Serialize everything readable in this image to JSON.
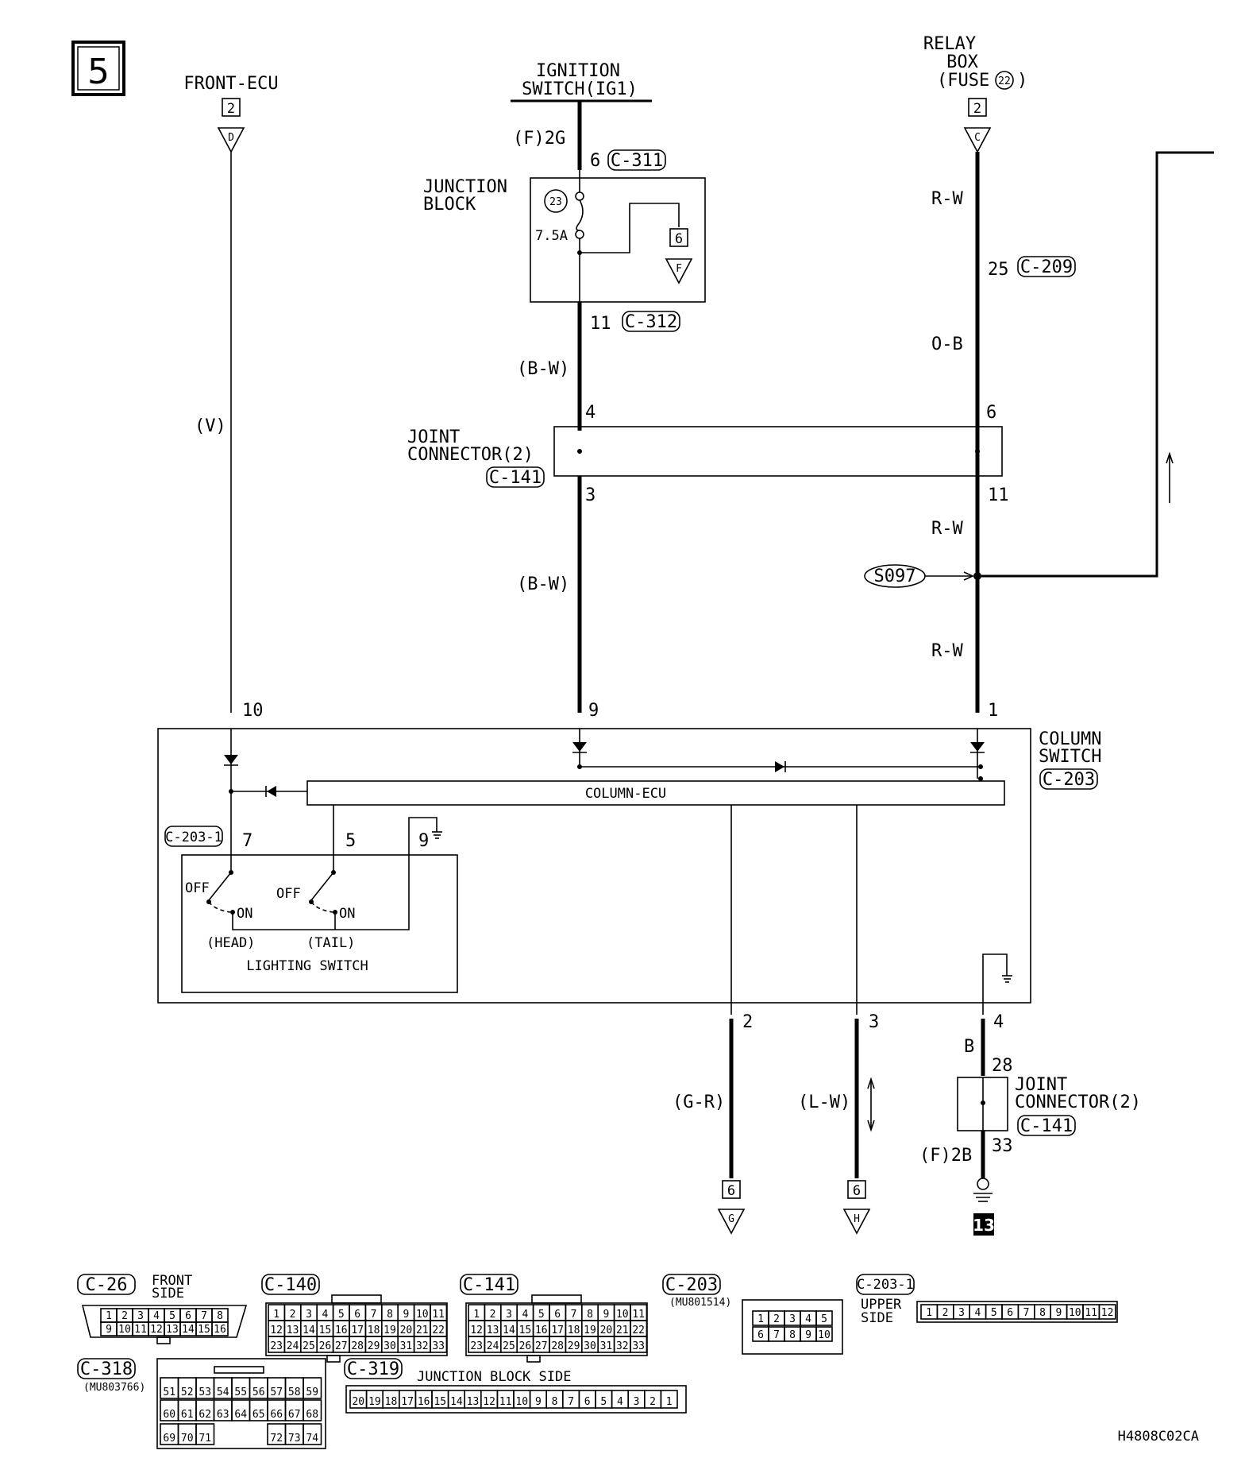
{
  "page_number": "5",
  "drawing_code": "H4808C02CA",
  "top": {
    "front_ecu": "FRONT-ECU",
    "front_ecu_page": "2",
    "front_ecu_ref": "D",
    "ignition_line1": "IGNITION",
    "ignition_line2": "SWITCH(IG1)",
    "relay_line1": "RELAY",
    "relay_line2": "BOX",
    "relay_line3": "(FUSE",
    "relay_fuse": "22",
    "relay_close": ")",
    "relay_page": "2",
    "relay_ref": "C"
  },
  "junction_block": {
    "title1": "JUNCTION",
    "title2": "BLOCK",
    "fuse_no": "23",
    "fuse_rating": "7.5A",
    "off_page": "6",
    "off_ref": "F",
    "wire_in": "(F)2G",
    "pin_in": "6",
    "conn_in": "C-311",
    "pin_out": "11",
    "conn_out": "C-312"
  },
  "wires": {
    "v": "(V)",
    "bw1": "(B-W)",
    "bw2": "(B-W)",
    "rw1": "R-W",
    "ob": "O-B",
    "rw2": "R-W",
    "rw3": "R-W",
    "gr": "(G-R)",
    "lw": "(L-W)",
    "b": "B",
    "f2b": "(F)2B"
  },
  "relay_side": {
    "pin": "25",
    "conn": "C-209"
  },
  "joint_connector_top": {
    "title1": "JOINT",
    "title2": "CONNECTOR(2)",
    "conn": "C-141",
    "pin4": "4",
    "pin6": "6",
    "pin3": "3",
    "pin11": "11"
  },
  "splice": "S097",
  "column_switch": {
    "title1": "COLUMN",
    "title2": "SWITCH",
    "conn": "C-203",
    "ecu": "COLUMN-ECU",
    "sub_conn": "C-203-1",
    "pin10": "10",
    "pin9": "9",
    "pin1": "1",
    "pin7": "7",
    "pin5": "5",
    "pin9b": "9",
    "pin2": "2",
    "pin3": "3",
    "pin4": "4",
    "off1": "OFF",
    "on1": "ON",
    "off2": "OFF",
    "on2": "ON",
    "head": "(HEAD)",
    "tail": "(TAIL)",
    "lighting": "LIGHTING SWITCH"
  },
  "joint_connector_bottom": {
    "title1": "JOINT",
    "title2": "CONNECTOR(2)",
    "conn": "C-141",
    "pin28": "28",
    "pin33": "33",
    "ground": "13"
  },
  "bottom_refs": {
    "g_page": "6",
    "g_ref": "G",
    "h_page": "6",
    "h_ref": "H"
  },
  "connectors": {
    "c26": {
      "id": "C-26",
      "note1": "FRONT",
      "note2": "SIDE",
      "row1": [
        "1",
        "2",
        "3",
        "4",
        "5",
        "6",
        "7",
        "8"
      ],
      "row2": [
        "9",
        "10",
        "11",
        "12",
        "13",
        "14",
        "15",
        "16"
      ]
    },
    "c140": {
      "id": "C-140",
      "row1": [
        "1",
        "2",
        "3",
        "4",
        "5",
        "6",
        "7",
        "8",
        "9",
        "10",
        "11"
      ],
      "row2": [
        "12",
        "13",
        "14",
        "15",
        "16",
        "17",
        "18",
        "19",
        "20",
        "21",
        "22"
      ],
      "row3": [
        "23",
        "24",
        "25",
        "26",
        "27",
        "28",
        "29",
        "30",
        "31",
        "32",
        "33"
      ]
    },
    "c141": {
      "id": "C-141",
      "row1": [
        "1",
        "2",
        "3",
        "4",
        "5",
        "6",
        "7",
        "8",
        "9",
        "10",
        "11"
      ],
      "row2": [
        "12",
        "13",
        "14",
        "15",
        "16",
        "17",
        "18",
        "19",
        "20",
        "21",
        "22"
      ],
      "row3": [
        "23",
        "24",
        "25",
        "26",
        "27",
        "28",
        "29",
        "30",
        "31",
        "32",
        "33"
      ]
    },
    "c203": {
      "id": "C-203",
      "part": "(MU801514)",
      "row1": [
        "1",
        "2",
        "3",
        "4",
        "5"
      ],
      "row2": [
        "6",
        "7",
        "8",
        "9",
        "10"
      ]
    },
    "c2031": {
      "id": "C-203-1",
      "note1": "UPPER",
      "note2": "SIDE",
      "row1": [
        "1",
        "2",
        "3",
        "4",
        "5",
        "6",
        "7",
        "8",
        "9",
        "10",
        "11",
        "12"
      ]
    },
    "c318": {
      "id": "C-318",
      "part": "(MU803766)",
      "row1": [
        "51",
        "52",
        "53",
        "54",
        "55",
        "56",
        "57",
        "58",
        "59"
      ],
      "row2": [
        "60",
        "61",
        "62",
        "63",
        "64",
        "65",
        "66",
        "67",
        "68"
      ],
      "row3": [
        "69",
        "70",
        "71",
        "72",
        "73",
        "74"
      ]
    },
    "c319": {
      "id": "C-319",
      "note": "JUNCTION BLOCK SIDE",
      "row1": [
        "20",
        "19",
        "18",
        "17",
        "16",
        "15",
        "14",
        "13",
        "12",
        "11",
        "10",
        "9",
        "8",
        "7",
        "6",
        "5",
        "4",
        "3",
        "2",
        "1"
      ]
    }
  }
}
